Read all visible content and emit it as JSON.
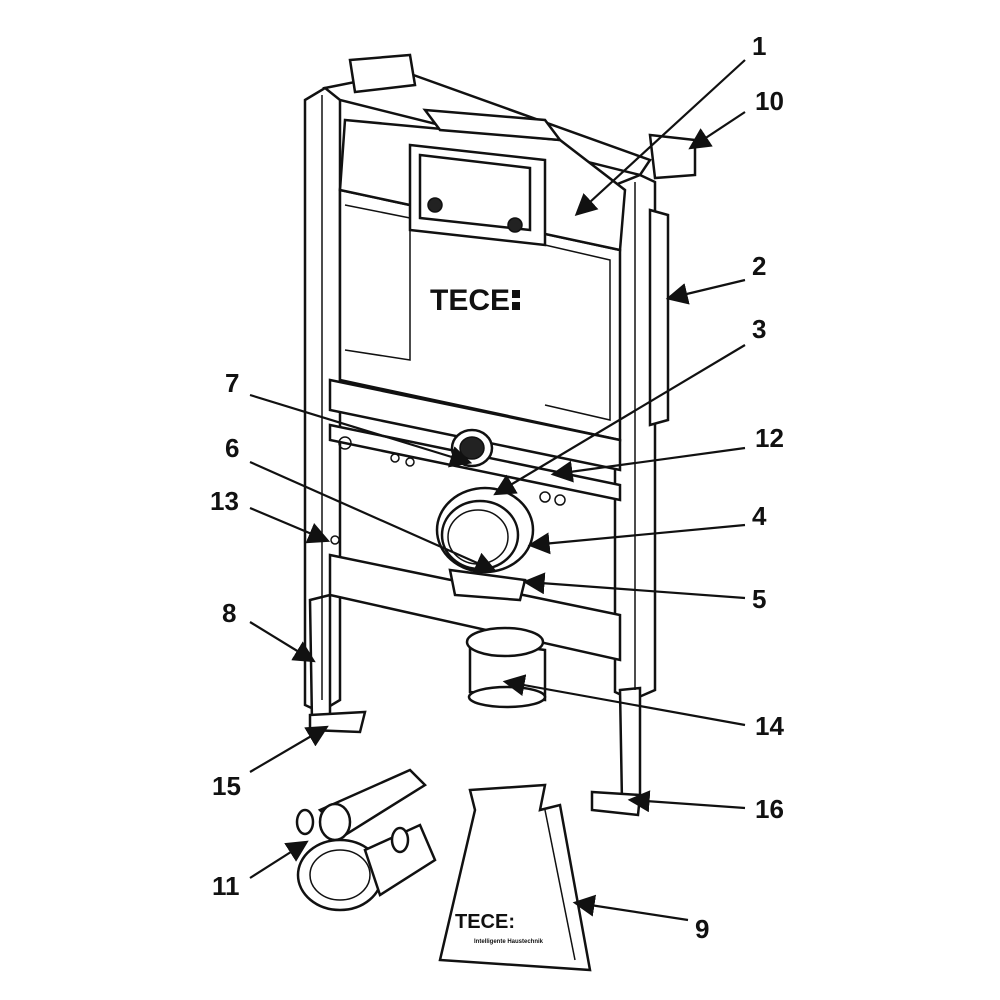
{
  "brand": {
    "logo_text": "TECE",
    "bag_logo_text": "TECE:",
    "bag_tagline": "Intelligente Haustechnik"
  },
  "callouts": [
    {
      "number": "1",
      "part": "cistern-top"
    },
    {
      "number": "10",
      "part": "wall-bracket-right"
    },
    {
      "number": "2",
      "part": "side-panel"
    },
    {
      "number": "3",
      "part": "flush-pipe-connector"
    },
    {
      "number": "12",
      "part": "mounting-hole"
    },
    {
      "number": "4",
      "part": "pipe-clamp"
    },
    {
      "number": "5",
      "part": "pipe-holder"
    },
    {
      "number": "14",
      "part": "drain-pipe"
    },
    {
      "number": "16",
      "part": "foot-bracket-right"
    },
    {
      "number": "9",
      "part": "accessory-bag"
    },
    {
      "number": "7",
      "part": "water-supply-inlet"
    },
    {
      "number": "6",
      "part": "drain-connector"
    },
    {
      "number": "13",
      "part": "frame-screw"
    },
    {
      "number": "8",
      "part": "adjustable-leg"
    },
    {
      "number": "15",
      "part": "foot-bracket-left"
    },
    {
      "number": "11",
      "part": "connection-set"
    }
  ],
  "colors": {
    "ink": "#111111",
    "background": "#ffffff"
  }
}
